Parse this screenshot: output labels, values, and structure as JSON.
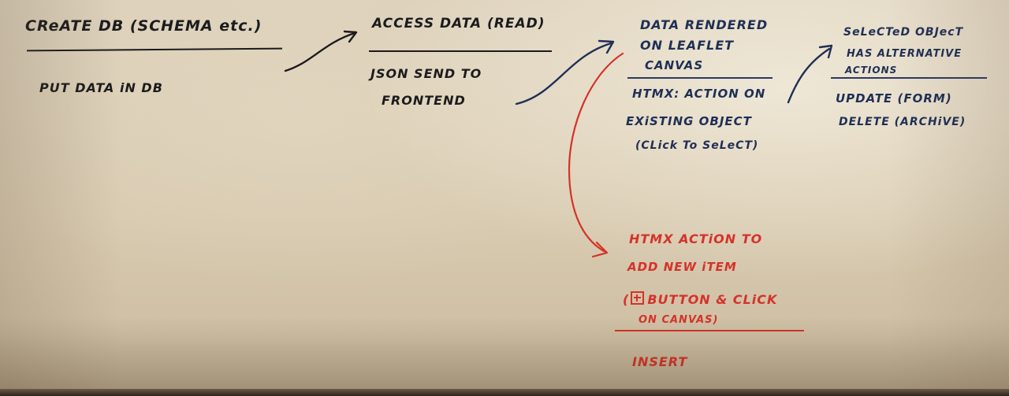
{
  "columns": {
    "create_db": {
      "heading": "CReATE DB (SCHEMA etc.)",
      "body": "PUT DATA iN DB"
    },
    "access_data": {
      "heading": "ACCESS DATA (READ)",
      "body_line1": "JSON  SEND TO",
      "body_line2": "FRONTEND"
    },
    "data_rendered": {
      "heading_line1": "DATA RENDERED",
      "heading_line2": "ON LEAFLET",
      "heading_line3": "CANVAS",
      "body_line1": "HTMX: ACTION ON",
      "body_line2": "EXiSTING OBJECT",
      "body_line3": "(CLick To SeLeCT)"
    },
    "selected_object": {
      "heading_line1": "SeLeCTeD OBJecT",
      "heading_line2": "HAS  ALTERNATIVE",
      "heading_line3": "ACTIONS",
      "body_line1": "UPDATE (FORM)",
      "body_line2": "DELETE (ARCHiVE)"
    },
    "add_new_item": {
      "line1": "HTMX ACTiON TO",
      "line2": "ADD NEW iTEM",
      "line3_open": "(",
      "line3_rest": "BUTTON & CLiCK",
      "line4": "ON CANVAS)",
      "result": "INSERT"
    }
  },
  "colors": {
    "black_marker": "#1b1b1d",
    "blue_marker": "#1f2f55",
    "red_marker": "#d5322a",
    "board": "#d8cab0"
  }
}
